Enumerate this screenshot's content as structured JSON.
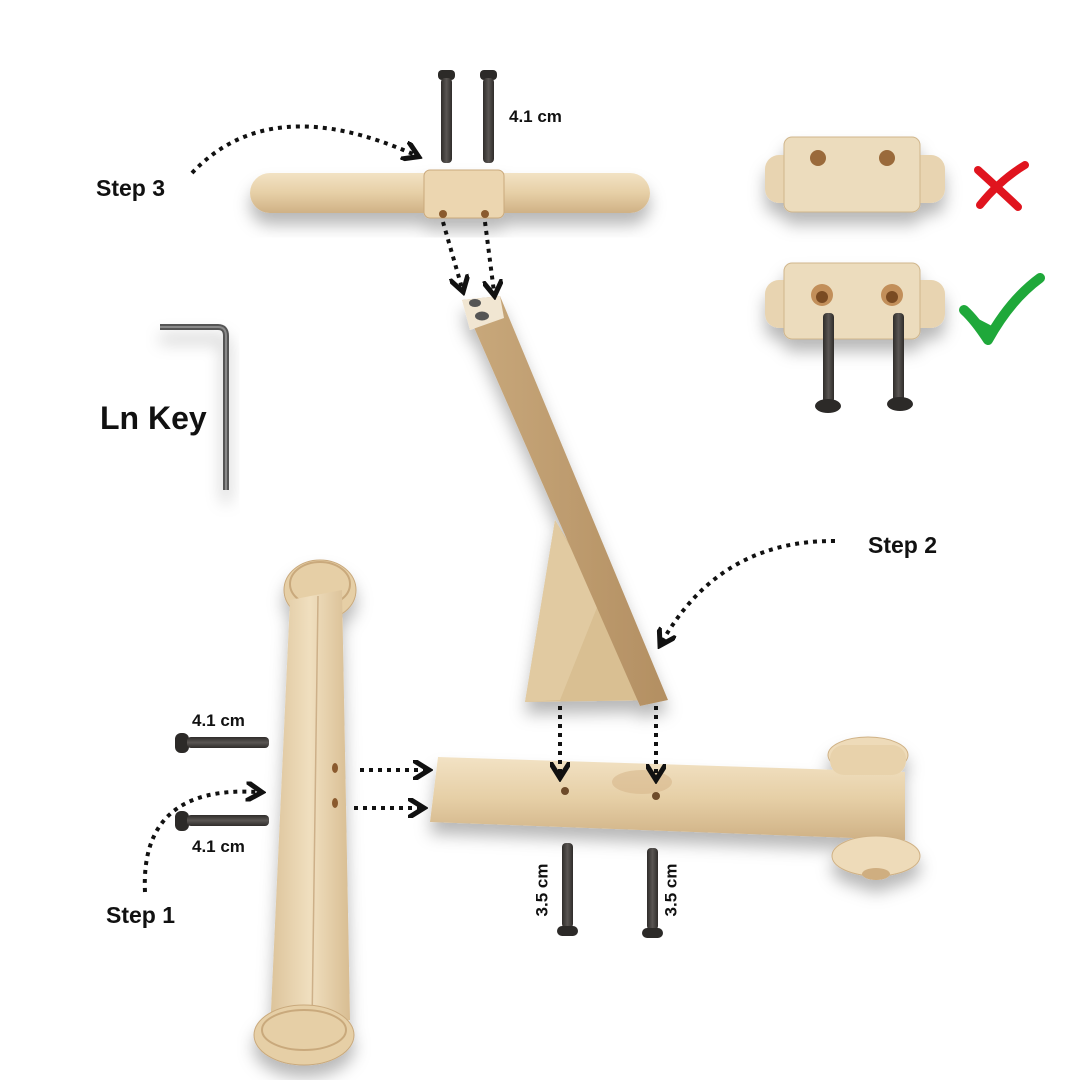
{
  "diagram": {
    "type": "assembly-instructions",
    "subject": "wooden ride-on scooter / push toy assembly"
  },
  "labels": {
    "step1": "Step 1",
    "step2": "Step 2",
    "step3": "Step 3",
    "tool": "Ln Key"
  },
  "dimensions": {
    "handle_screws": "4.1 cm",
    "stem_screw_top": "4.1 cm",
    "stem_screw_bottom": "4.1 cm",
    "base_screw_left": "3.5 cm",
    "base_screw_right": "3.5 cm"
  },
  "orientation_guide": {
    "wrong": {
      "description": "Handle block with holes facing up",
      "mark": "cross",
      "color": "#e0141e"
    },
    "correct": {
      "description": "Handle block with screws inserted from below",
      "mark": "check",
      "color": "#1fa83a"
    }
  },
  "parts": [
    {
      "id": "handlebar",
      "name": "Handlebar with center block"
    },
    {
      "id": "steering-stem",
      "name": "Angled steering stem with triangular brace"
    },
    {
      "id": "base-board",
      "name": "Base board with rear wheels"
    },
    {
      "id": "front-axle",
      "name": "Front axle post with wheels"
    },
    {
      "id": "allen-key",
      "name": "L-shaped hex key"
    }
  ],
  "colors": {
    "wood_light": "#ecd9b6",
    "wood_mid": "#d9bf92",
    "wood_dark": "#b89a6c",
    "screw": "#3d3a38",
    "arrow": "#111111",
    "cross": "#e0141e",
    "check": "#1fa83a"
  }
}
